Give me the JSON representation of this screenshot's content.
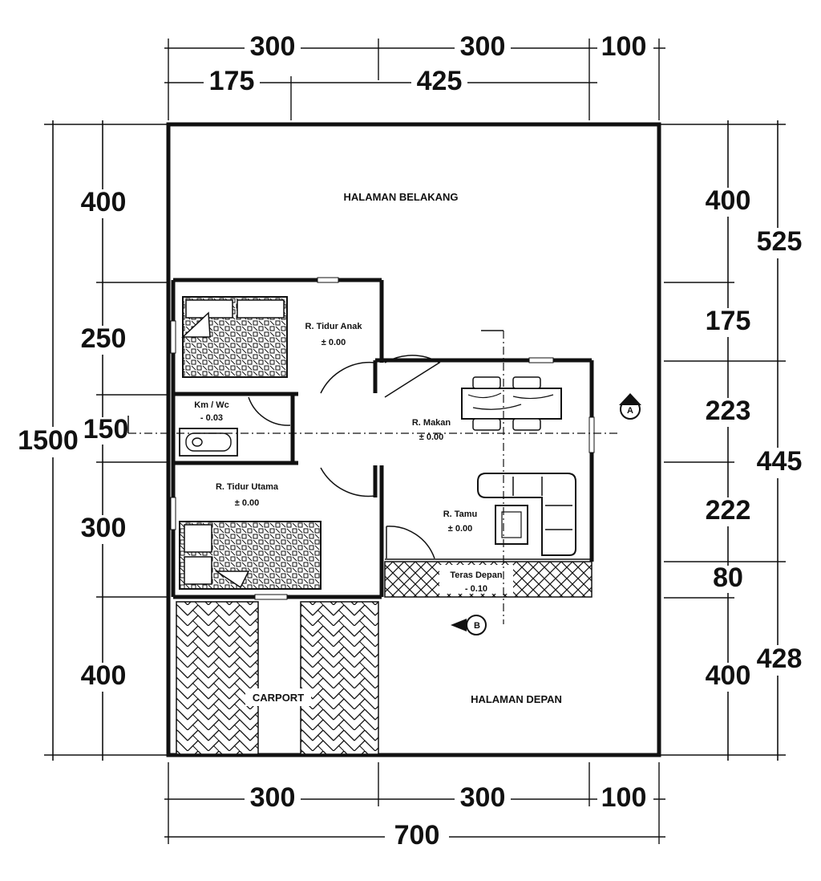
{
  "dimensions": {
    "top_row_1": [
      "300",
      "300",
      "100"
    ],
    "top_row_2": [
      "175",
      "425"
    ],
    "bottom_row_1": [
      "300",
      "300",
      "100"
    ],
    "bottom_total": "700",
    "left_inner": [
      "400",
      "250",
      "150",
      "300",
      "400"
    ],
    "left_total": "1500",
    "right_inner": [
      "400",
      "175",
      "223",
      "222",
      "80",
      "400"
    ],
    "right_outer": [
      "525",
      "445",
      "428"
    ]
  },
  "rooms": {
    "backyard": "HALAMAN BELAKANG",
    "frontyard": "HALAMAN DEPAN",
    "carport": "CARPORT",
    "kids_bedroom": {
      "name": "R. Tidur Anak",
      "level": "± 0.00"
    },
    "bathroom": {
      "name": "Km / Wc",
      "level": "- 0.03"
    },
    "master_bedroom": {
      "name": "R. Tidur Utama",
      "level": "± 0.00"
    },
    "dining": {
      "name": "R. Makan",
      "level": "± 0.00"
    },
    "living": {
      "name": "R. Tamu",
      "level": "± 0.00"
    },
    "terrace": {
      "name": "Teras Depan",
      "level": "- 0.10"
    }
  },
  "section_marks": {
    "a": "A",
    "b": "B"
  }
}
